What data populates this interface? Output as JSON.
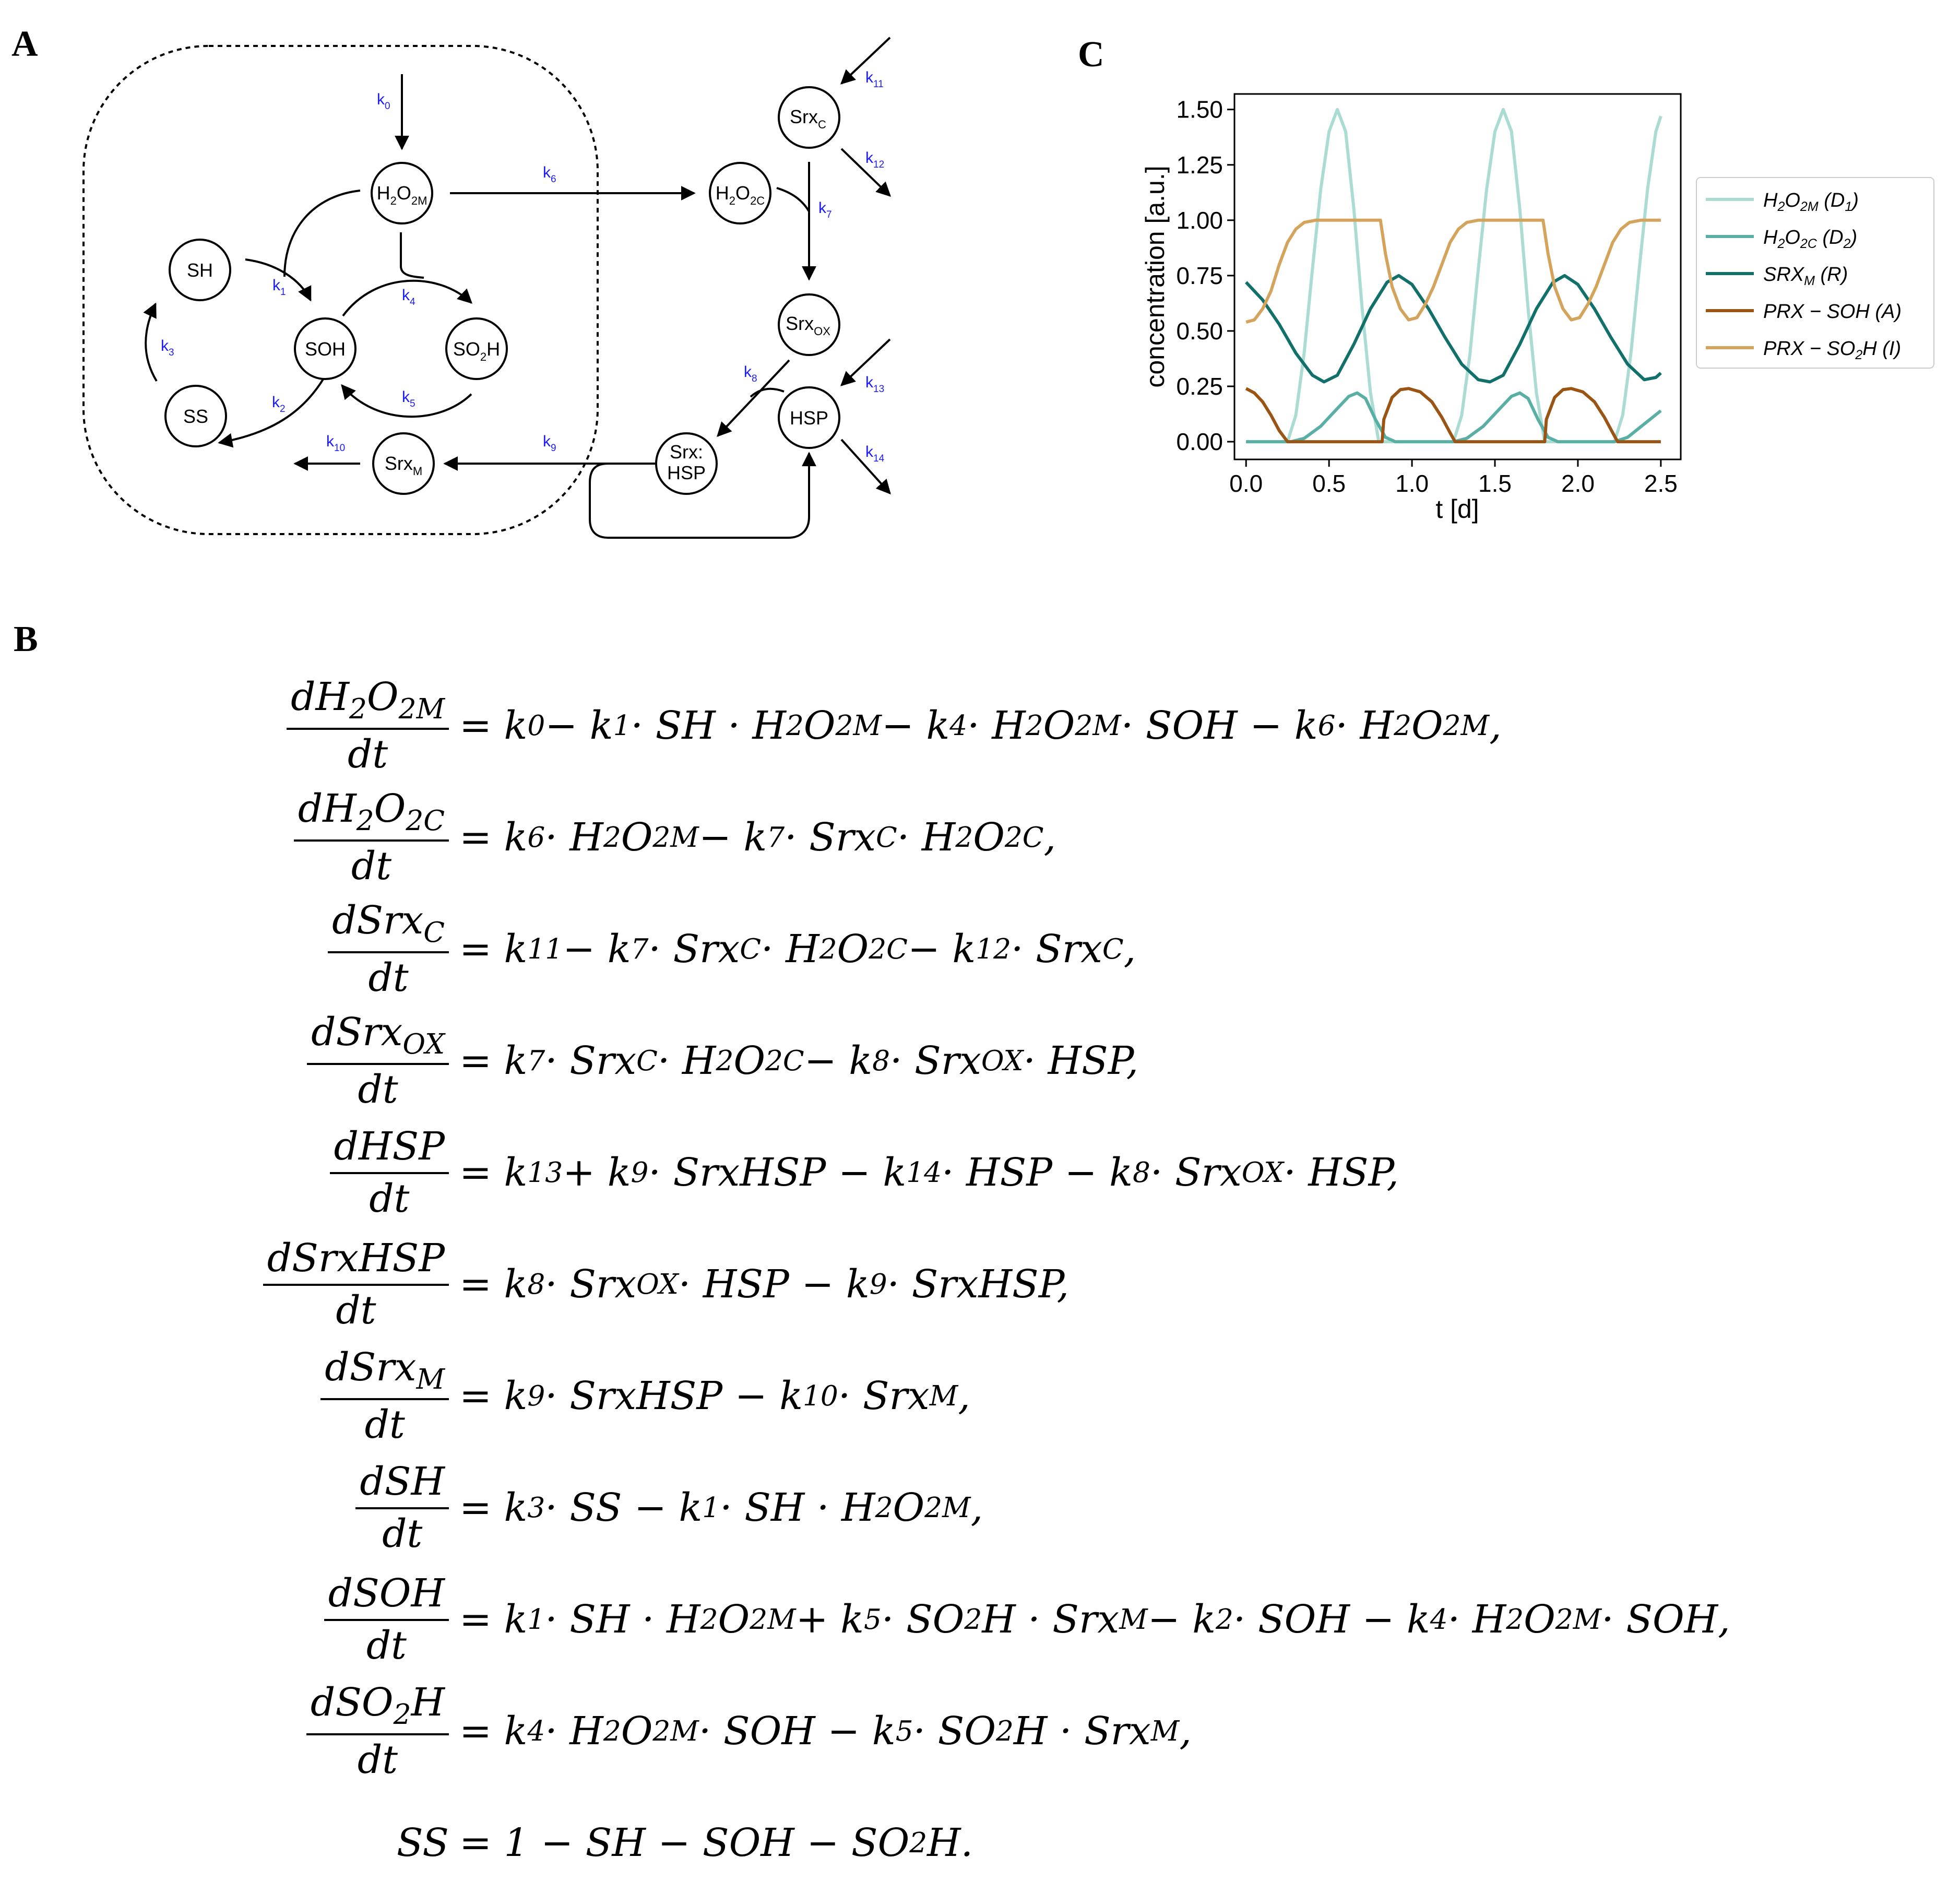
{
  "panels": {
    "a": "A",
    "b": "B",
    "c": "C"
  },
  "diagram": {
    "nodes": {
      "h2o2m": {
        "main": "H",
        "s1": "2",
        "mid": "O",
        "s2": "2M"
      },
      "h2o2c": {
        "main": "H",
        "s1": "2",
        "mid": "O",
        "s2": "2C"
      },
      "sh": "SH",
      "soh": "SOH",
      "so2h": {
        "main": "SO",
        "s1": "2",
        "tail": "H"
      },
      "ss": "SS",
      "srxm": {
        "main": "Srx",
        "sub": "M"
      },
      "srxc": {
        "main": "Srx",
        "sub": "C"
      },
      "srxox": {
        "main": "Srx",
        "sub": "OX"
      },
      "hsp": "HSP",
      "srxhsp": [
        "Srx:",
        "HSP"
      ]
    },
    "rates": {
      "k0": {
        "k": "k",
        "n": "0"
      },
      "k1": {
        "k": "k",
        "n": "1"
      },
      "k2": {
        "k": "k",
        "n": "2"
      },
      "k3": {
        "k": "k",
        "n": "3"
      },
      "k4": {
        "k": "k",
        "n": "4"
      },
      "k5": {
        "k": "k",
        "n": "5"
      },
      "k6": {
        "k": "k",
        "n": "6"
      },
      "k7": {
        "k": "k",
        "n": "7"
      },
      "k8": {
        "k": "k",
        "n": "8"
      },
      "k9": {
        "k": "k",
        "n": "9"
      },
      "k10": {
        "k": "k",
        "n": "10"
      },
      "k11": {
        "k": "k",
        "n": "11"
      },
      "k12": {
        "k": "k",
        "n": "12"
      },
      "k13": {
        "k": "k",
        "n": "13"
      },
      "k14": {
        "k": "k",
        "n": "14"
      }
    },
    "colors": {
      "rate_label": "#1a1aff",
      "stroke": "#000000"
    }
  },
  "chart_data": {
    "type": "line",
    "xlabel": "t [d]",
    "ylabel": "concentration [a.u.]",
    "xlim": [
      -0.07,
      2.62
    ],
    "ylim": [
      -0.08,
      1.57
    ],
    "xticks": [
      "0.0",
      "0.5",
      "1.0",
      "1.5",
      "2.0",
      "2.5"
    ],
    "xtick_values": [
      0,
      0.5,
      1.0,
      1.5,
      2.0,
      2.5
    ],
    "yticks": [
      "0.00",
      "0.25",
      "0.50",
      "0.75",
      "1.00",
      "1.25",
      "1.50"
    ],
    "ytick_values": [
      0,
      0.25,
      0.5,
      0.75,
      1.0,
      1.25,
      1.5
    ],
    "grid": false,
    "legend_placement": "outside-right",
    "series": [
      {
        "name": {
          "m": "H",
          "s1": "2",
          "o": "O",
          "s2": "2M",
          "paren": " (D",
          "sub": "1",
          "close": ")"
        },
        "color": "#abdcd4",
        "x": [
          0,
          0.25,
          0.3,
          0.35,
          0.4,
          0.45,
          0.5,
          0.55,
          0.6,
          0.65,
          0.7,
          0.75,
          0.8,
          1.25,
          1.3,
          1.35,
          1.4,
          1.45,
          1.5,
          1.55,
          1.6,
          1.65,
          1.7,
          1.75,
          1.8,
          2.22,
          2.27,
          2.32,
          2.37,
          2.42,
          2.47,
          2.5
        ],
        "y": [
          0,
          0,
          0.12,
          0.4,
          0.78,
          1.14,
          1.4,
          1.5,
          1.4,
          1.05,
          0.6,
          0.22,
          0,
          0,
          0.12,
          0.4,
          0.78,
          1.14,
          1.4,
          1.5,
          1.4,
          1.05,
          0.6,
          0.22,
          0,
          0,
          0.12,
          0.4,
          0.78,
          1.14,
          1.4,
          1.47
        ]
      },
      {
        "name": {
          "m": "H",
          "s1": "2",
          "o": "O",
          "s2": "2C",
          "paren": " (D",
          "sub": "2",
          "close": ")"
        },
        "color": "#5aafa5",
        "x": [
          0,
          0.27,
          0.35,
          0.45,
          0.55,
          0.62,
          0.67,
          0.72,
          0.78,
          0.84,
          0.9,
          1.25,
          1.33,
          1.43,
          1.53,
          1.6,
          1.65,
          1.7,
          1.76,
          1.82,
          1.88,
          2.22,
          2.3,
          2.4,
          2.5
        ],
        "y": [
          0,
          0,
          0.015,
          0.07,
          0.15,
          0.205,
          0.22,
          0.195,
          0.1,
          0.02,
          0,
          0,
          0.015,
          0.07,
          0.15,
          0.205,
          0.22,
          0.195,
          0.1,
          0.02,
          0,
          0,
          0.02,
          0.08,
          0.14
        ]
      },
      {
        "name": {
          "m": "SRX",
          "s2": "M",
          "paren": " (R",
          "close": ")"
        },
        "color": "#12706a",
        "x": [
          0,
          0.1,
          0.2,
          0.3,
          0.4,
          0.47,
          0.55,
          0.65,
          0.75,
          0.85,
          0.92,
          1.0,
          1.1,
          1.2,
          1.3,
          1.4,
          1.47,
          1.55,
          1.65,
          1.75,
          1.85,
          1.92,
          2.0,
          2.1,
          2.2,
          2.3,
          2.4,
          2.47,
          2.5
        ],
        "y": [
          0.72,
          0.64,
          0.53,
          0.4,
          0.3,
          0.27,
          0.3,
          0.44,
          0.6,
          0.72,
          0.75,
          0.71,
          0.6,
          0.47,
          0.35,
          0.28,
          0.27,
          0.3,
          0.44,
          0.6,
          0.72,
          0.75,
          0.71,
          0.6,
          0.47,
          0.35,
          0.28,
          0.29,
          0.31
        ]
      },
      {
        "name": {
          "m": "PRX",
          "op": " − ",
          "t": "SOH",
          "paren": " (A",
          "close": ")"
        },
        "color": "#9a5515",
        "x": [
          0,
          0.05,
          0.1,
          0.15,
          0.2,
          0.25,
          0.82,
          0.83,
          0.88,
          0.93,
          0.98,
          1.05,
          1.12,
          1.18,
          1.23,
          1.26,
          1.8,
          1.81,
          1.86,
          1.91,
          1.96,
          2.03,
          2.1,
          2.16,
          2.21,
          2.24,
          2.5
        ],
        "y": [
          0.24,
          0.22,
          0.18,
          0.12,
          0.05,
          0,
          0,
          0.1,
          0.2,
          0.235,
          0.24,
          0.225,
          0.18,
          0.11,
          0.04,
          0,
          0,
          0.1,
          0.2,
          0.235,
          0.24,
          0.225,
          0.18,
          0.11,
          0.04,
          0,
          0
        ]
      },
      {
        "name": {
          "m": "PRX",
          "op": " − ",
          "t": "SO",
          "s1": "2",
          "t2": "H",
          "paren": " (I",
          "close": ")"
        },
        "color": "#d4a45c",
        "x": [
          0,
          0.05,
          0.1,
          0.15,
          0.2,
          0.25,
          0.3,
          0.35,
          0.42,
          0.5,
          0.81,
          0.84,
          0.88,
          0.93,
          0.98,
          1.03,
          1.08,
          1.13,
          1.18,
          1.23,
          1.28,
          1.33,
          1.4,
          1.5,
          1.79,
          1.82,
          1.86,
          1.91,
          1.96,
          2.01,
          2.06,
          2.11,
          2.16,
          2.21,
          2.26,
          2.31,
          2.38,
          2.5
        ],
        "y": [
          0.54,
          0.55,
          0.6,
          0.68,
          0.8,
          0.9,
          0.96,
          0.99,
          1.0,
          1.0,
          1.0,
          0.85,
          0.7,
          0.6,
          0.55,
          0.56,
          0.62,
          0.7,
          0.8,
          0.9,
          0.96,
          0.99,
          1.0,
          1.0,
          1.0,
          0.85,
          0.7,
          0.6,
          0.55,
          0.56,
          0.62,
          0.7,
          0.8,
          0.9,
          0.96,
          0.99,
          1.0,
          1.0
        ]
      }
    ]
  },
  "equations": [
    {
      "lhs_num": [
        [
          "d",
          ""
        ],
        [
          "H",
          ""
        ],
        [
          "2",
          "sub"
        ],
        [
          "O",
          ""
        ],
        [
          "2M",
          "sub"
        ]
      ],
      "lhs_den": [
        [
          "dt",
          ""
        ]
      ],
      "rhs": [
        [
          "= ",
          ""
        ],
        [
          "k",
          ""
        ],
        [
          "0",
          "sub"
        ],
        [
          " − ",
          ""
        ],
        [
          "k",
          ""
        ],
        [
          "1",
          "sub"
        ],
        [
          " · SH · H",
          ""
        ],
        [
          "2",
          "sub"
        ],
        [
          "O",
          ""
        ],
        [
          "2M",
          "sub"
        ],
        [
          " − ",
          ""
        ],
        [
          "k",
          ""
        ],
        [
          "4",
          "sub"
        ],
        [
          " · H",
          ""
        ],
        [
          "2",
          "sub"
        ],
        [
          "O",
          ""
        ],
        [
          "2M",
          "sub"
        ],
        [
          " · SOH − ",
          ""
        ],
        [
          "k",
          ""
        ],
        [
          "6",
          "sub"
        ],
        [
          " · H",
          ""
        ],
        [
          "2",
          "sub"
        ],
        [
          "O",
          ""
        ],
        [
          "2M",
          "sub"
        ],
        [
          ",",
          ""
        ]
      ]
    },
    {
      "lhs_num": [
        [
          "d",
          ""
        ],
        [
          "H",
          ""
        ],
        [
          "2",
          "sub"
        ],
        [
          "O",
          ""
        ],
        [
          "2C",
          "sub"
        ]
      ],
      "lhs_den": [
        [
          "dt",
          ""
        ]
      ],
      "rhs": [
        [
          "= ",
          ""
        ],
        [
          "k",
          ""
        ],
        [
          "6",
          "sub"
        ],
        [
          " · H",
          ""
        ],
        [
          "2",
          "sub"
        ],
        [
          "O",
          ""
        ],
        [
          "2M",
          "sub"
        ],
        [
          " − ",
          ""
        ],
        [
          "k",
          ""
        ],
        [
          "7",
          "sub"
        ],
        [
          " · Srx",
          ""
        ],
        [
          "C",
          "sub"
        ],
        [
          " · H",
          ""
        ],
        [
          "2",
          "sub"
        ],
        [
          "O",
          ""
        ],
        [
          "2C",
          "sub"
        ],
        [
          ",",
          ""
        ]
      ]
    },
    {
      "lhs_num": [
        [
          "dSrx",
          ""
        ],
        [
          "C",
          "sub"
        ]
      ],
      "lhs_den": [
        [
          "dt",
          ""
        ]
      ],
      "rhs": [
        [
          "= ",
          ""
        ],
        [
          "k",
          ""
        ],
        [
          "11",
          "sub"
        ],
        [
          " − ",
          ""
        ],
        [
          "k",
          ""
        ],
        [
          "7",
          "sub"
        ],
        [
          " · Srx",
          ""
        ],
        [
          "C",
          "sub"
        ],
        [
          " · H",
          ""
        ],
        [
          "2",
          "sub"
        ],
        [
          "O",
          ""
        ],
        [
          "2C",
          "sub"
        ],
        [
          " − ",
          ""
        ],
        [
          "k",
          ""
        ],
        [
          "12",
          "sub"
        ],
        [
          " · Srx",
          ""
        ],
        [
          "C",
          "sub"
        ],
        [
          ",",
          ""
        ]
      ]
    },
    {
      "lhs_num": [
        [
          "dSrx",
          ""
        ],
        [
          "OX",
          "sub"
        ]
      ],
      "lhs_den": [
        [
          "dt",
          ""
        ]
      ],
      "rhs": [
        [
          "= ",
          ""
        ],
        [
          "k",
          ""
        ],
        [
          "7",
          "sub"
        ],
        [
          " · Srx",
          ""
        ],
        [
          "C",
          "sub"
        ],
        [
          " · H",
          ""
        ],
        [
          "2",
          "sub"
        ],
        [
          "O",
          ""
        ],
        [
          "2C",
          "sub"
        ],
        [
          " − ",
          ""
        ],
        [
          "k",
          ""
        ],
        [
          "8",
          "sub"
        ],
        [
          " · Srx",
          ""
        ],
        [
          "OX",
          "sub"
        ],
        [
          " · HSP,",
          ""
        ]
      ]
    },
    {
      "lhs_num": [
        [
          "dHSP",
          ""
        ]
      ],
      "lhs_den": [
        [
          "dt",
          ""
        ]
      ],
      "rhs": [
        [
          "= ",
          ""
        ],
        [
          "k",
          ""
        ],
        [
          "13",
          "sub"
        ],
        [
          " + ",
          ""
        ],
        [
          "k",
          ""
        ],
        [
          "9",
          "sub"
        ],
        [
          " · SrxHSP − ",
          ""
        ],
        [
          "k",
          ""
        ],
        [
          "14",
          "sub"
        ],
        [
          " · HSP − ",
          ""
        ],
        [
          "k",
          ""
        ],
        [
          "8",
          "sub"
        ],
        [
          " · Srx",
          ""
        ],
        [
          "OX",
          "sub"
        ],
        [
          " · HSP,",
          ""
        ]
      ]
    },
    {
      "lhs_num": [
        [
          "dSrxHSP",
          ""
        ]
      ],
      "lhs_den": [
        [
          "dt",
          ""
        ]
      ],
      "rhs": [
        [
          "= ",
          ""
        ],
        [
          "k",
          ""
        ],
        [
          "8",
          "sub"
        ],
        [
          " · Srx",
          ""
        ],
        [
          "OX",
          "sub"
        ],
        [
          " · HSP − ",
          ""
        ],
        [
          "k",
          ""
        ],
        [
          "9",
          "sub"
        ],
        [
          " · SrxHSP,",
          ""
        ]
      ]
    },
    {
      "lhs_num": [
        [
          "dSrx",
          ""
        ],
        [
          "M",
          "sub"
        ]
      ],
      "lhs_den": [
        [
          "dt",
          ""
        ]
      ],
      "rhs": [
        [
          "= ",
          ""
        ],
        [
          "k",
          ""
        ],
        [
          "9",
          "sub"
        ],
        [
          " · SrxHSP − ",
          ""
        ],
        [
          "k",
          ""
        ],
        [
          "10",
          "sub"
        ],
        [
          " · Srx",
          ""
        ],
        [
          "M",
          "sub"
        ],
        [
          ",",
          ""
        ]
      ]
    },
    {
      "lhs_num": [
        [
          "dSH",
          ""
        ]
      ],
      "lhs_den": [
        [
          "dt",
          ""
        ]
      ],
      "rhs": [
        [
          "= ",
          ""
        ],
        [
          "k",
          ""
        ],
        [
          "3",
          "sub"
        ],
        [
          " · SS − ",
          ""
        ],
        [
          "k",
          ""
        ],
        [
          "1",
          "sub"
        ],
        [
          " · SH · H",
          ""
        ],
        [
          "2",
          "sub"
        ],
        [
          "O",
          ""
        ],
        [
          "2M",
          "sub"
        ],
        [
          ",",
          ""
        ]
      ]
    },
    {
      "lhs_num": [
        [
          "dSOH",
          ""
        ]
      ],
      "lhs_den": [
        [
          "dt",
          ""
        ]
      ],
      "rhs": [
        [
          "= ",
          ""
        ],
        [
          "k",
          ""
        ],
        [
          "1",
          "sub"
        ],
        [
          " · SH · H",
          ""
        ],
        [
          "2",
          "sub"
        ],
        [
          "O",
          ""
        ],
        [
          "2M",
          "sub"
        ],
        [
          " + ",
          ""
        ],
        [
          "k",
          ""
        ],
        [
          "5",
          "sub"
        ],
        [
          " · SO",
          ""
        ],
        [
          "2",
          "sub"
        ],
        [
          "H · Srx",
          ""
        ],
        [
          "M",
          "sub"
        ],
        [
          " − ",
          ""
        ],
        [
          "k",
          ""
        ],
        [
          "2",
          "sub"
        ],
        [
          " · SOH − ",
          ""
        ],
        [
          "k",
          ""
        ],
        [
          "4",
          "sub"
        ],
        [
          " · H",
          ""
        ],
        [
          "2",
          "sub"
        ],
        [
          "O",
          ""
        ],
        [
          "2M",
          "sub"
        ],
        [
          " · SOH,",
          ""
        ]
      ]
    },
    {
      "lhs_num": [
        [
          "dSO",
          ""
        ],
        [
          "2",
          "sub"
        ],
        [
          "H",
          ""
        ]
      ],
      "lhs_den": [
        [
          "dt",
          ""
        ]
      ],
      "rhs": [
        [
          "= ",
          ""
        ],
        [
          "k",
          ""
        ],
        [
          "4",
          "sub"
        ],
        [
          " · H",
          ""
        ],
        [
          "2",
          "sub"
        ],
        [
          "O",
          ""
        ],
        [
          "2M",
          "sub"
        ],
        [
          " · SOH − ",
          ""
        ],
        [
          "k",
          ""
        ],
        [
          "5",
          "sub"
        ],
        [
          " · SO",
          ""
        ],
        [
          "2",
          "sub"
        ],
        [
          "H · Srx",
          ""
        ],
        [
          "M",
          "sub"
        ],
        [
          ",",
          ""
        ]
      ]
    },
    {
      "lhs_plain": [
        [
          "SS",
          ""
        ]
      ],
      "rhs": [
        [
          "= 1 − SH − SOH − SO",
          ""
        ],
        [
          "2",
          "sub"
        ],
        [
          "H.",
          ""
        ]
      ]
    }
  ]
}
